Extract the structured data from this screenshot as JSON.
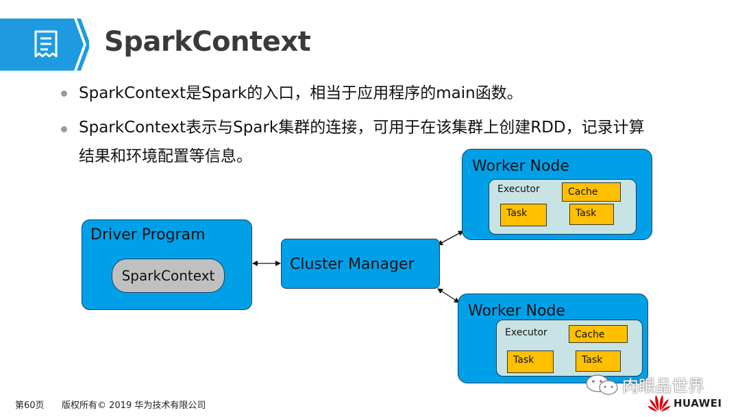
{
  "title": "SparkContext",
  "bullets": [
    {
      "lines": [
        "SparkContext是Spark的入口，相当于应用程序的main函数。"
      ]
    },
    {
      "lines": [
        "SparkContext表示与Spark集群的连接，可用于在该集群上创建RDD，记录计算",
        "结果和环境配置等信息。"
      ]
    }
  ],
  "diagram": {
    "driver": {
      "label": "Driver Program",
      "spark_context": "SparkContext"
    },
    "cluster_manager": "Cluster Manager",
    "worker_nodes": [
      {
        "label": "Worker Node",
        "executor": "Executor",
        "cache": "Cache",
        "tasks": [
          "Task",
          "Task"
        ]
      },
      {
        "label": "Worker Node",
        "executor": "Executor",
        "cache": "Cache",
        "tasks": [
          "Task",
          "Task"
        ]
      }
    ]
  },
  "footer": {
    "page": "第60页",
    "copyright": "版权所有© 2019 华为技术有限公司"
  },
  "watermark": "肉眼品世界",
  "brand": "HUAWEI",
  "colors": {
    "accent": "#00a0e9",
    "header_blue": "#1e9be0",
    "task": "#ffc000",
    "executor": "#c8e3e4",
    "spark_context": "#c0c0c0"
  }
}
